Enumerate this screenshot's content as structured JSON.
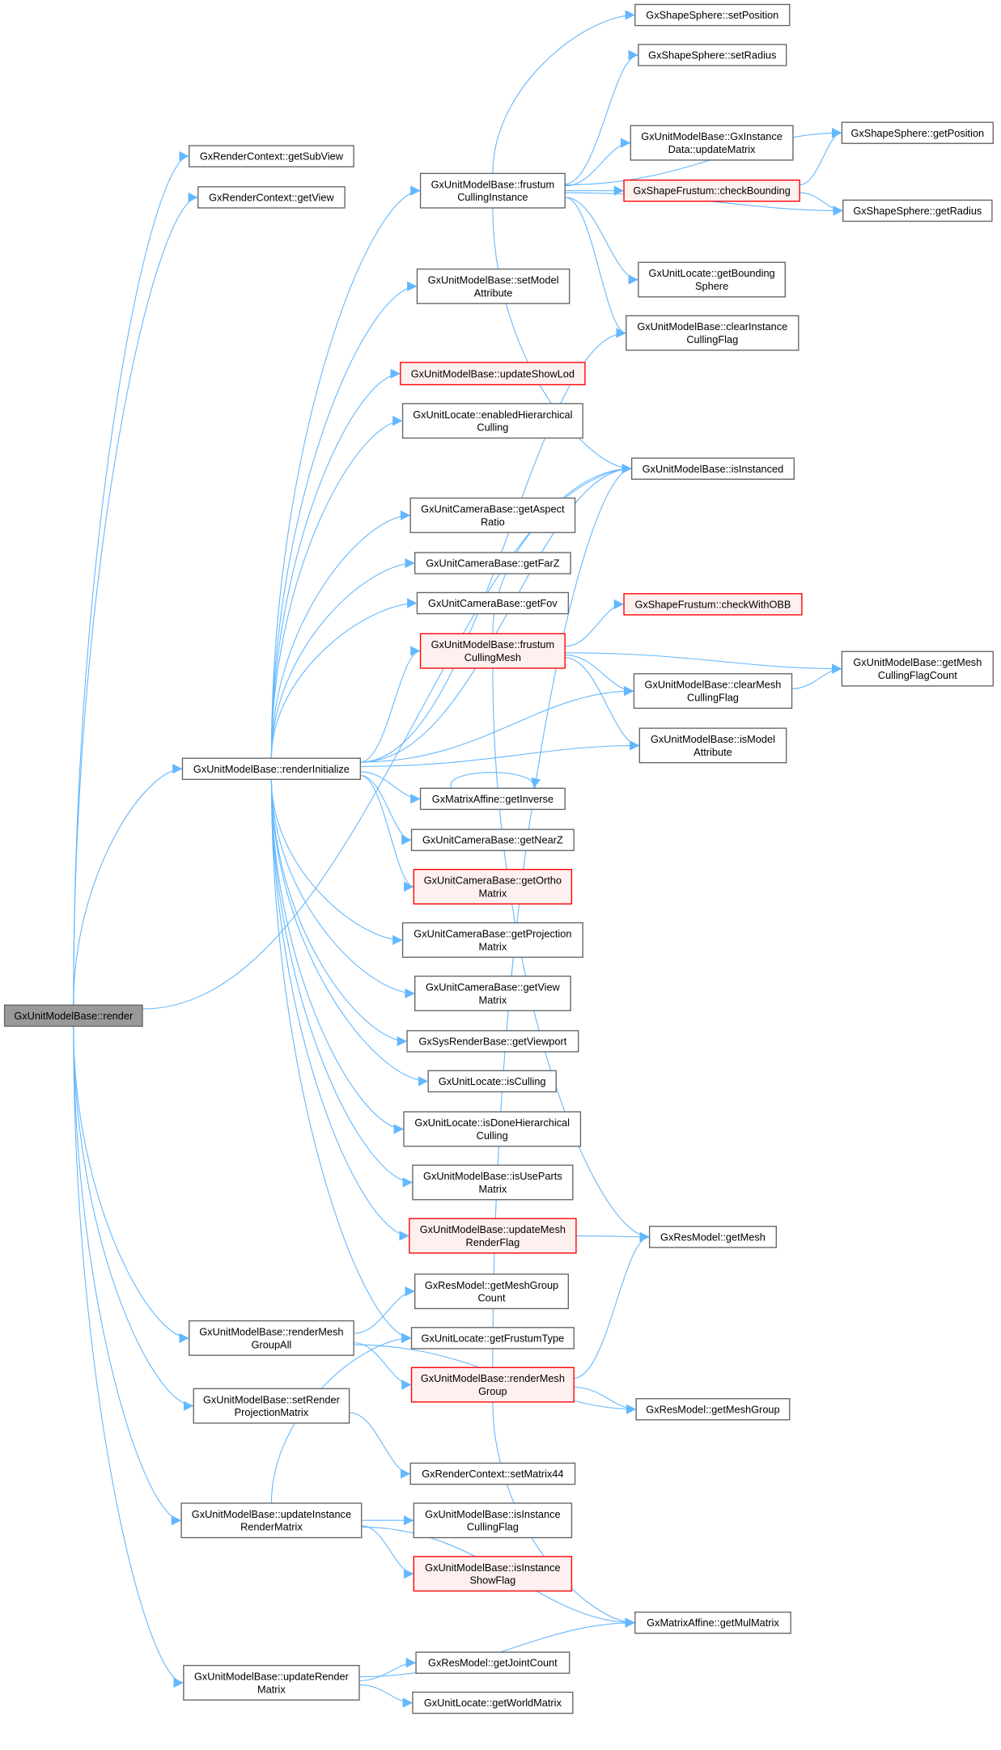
{
  "colors": {
    "edge": "#63b8ff",
    "node_border": "#666666",
    "red_border": "#ff0000",
    "red_fill": "#fff0f0",
    "root_fill": "#999999"
  },
  "nodes": [
    {
      "id": "render",
      "lines": [
        "GxUnitModelBase::render"
      ],
      "style": "root"
    },
    {
      "id": "getSubView",
      "lines": [
        "GxRenderContext::getSubView"
      ],
      "style": "normal"
    },
    {
      "id": "getView",
      "lines": [
        "GxRenderContext::getView"
      ],
      "style": "normal"
    },
    {
      "id": "frustumCullingInstance",
      "lines": [
        "GxUnitModelBase::frustum",
        "CullingInstance"
      ],
      "style": "normal"
    },
    {
      "id": "setModelAttribute",
      "lines": [
        "GxUnitModelBase::setModel",
        "Attribute"
      ],
      "style": "normal"
    },
    {
      "id": "updateShowLod",
      "lines": [
        "GxUnitModelBase::updateShowLod"
      ],
      "style": "red"
    },
    {
      "id": "enabledHierarchicalCulling",
      "lines": [
        "GxUnitLocate::enabledHierarchical",
        "Culling"
      ],
      "style": "normal"
    },
    {
      "id": "getAspectRatio",
      "lines": [
        "GxUnitCameraBase::getAspect",
        "Ratio"
      ],
      "style": "normal"
    },
    {
      "id": "getFarZ",
      "lines": [
        "GxUnitCameraBase::getFarZ"
      ],
      "style": "normal"
    },
    {
      "id": "getFov",
      "lines": [
        "GxUnitCameraBase::getFov"
      ],
      "style": "normal"
    },
    {
      "id": "frustumCullingMesh",
      "lines": [
        "GxUnitModelBase::frustum",
        "CullingMesh"
      ],
      "style": "red"
    },
    {
      "id": "renderInitialize",
      "lines": [
        "GxUnitModelBase::renderInitialize"
      ],
      "style": "normal"
    },
    {
      "id": "getInverse",
      "lines": [
        "GxMatrixAffine::getInverse"
      ],
      "style": "normal"
    },
    {
      "id": "getNearZ",
      "lines": [
        "GxUnitCameraBase::getNearZ"
      ],
      "style": "normal"
    },
    {
      "id": "getOrthoMatrix",
      "lines": [
        "GxUnitCameraBase::getOrtho",
        "Matrix"
      ],
      "style": "red"
    },
    {
      "id": "getProjectionMatrix",
      "lines": [
        "GxUnitCameraBase::getProjection",
        "Matrix"
      ],
      "style": "normal"
    },
    {
      "id": "getViewMatrix",
      "lines": [
        "GxUnitCameraBase::getView",
        "Matrix"
      ],
      "style": "normal"
    },
    {
      "id": "getViewport",
      "lines": [
        "GxSysRenderBase::getViewport"
      ],
      "style": "normal"
    },
    {
      "id": "isCulling",
      "lines": [
        "GxUnitLocate::isCulling"
      ],
      "style": "normal"
    },
    {
      "id": "isDoneHierarchicalCulling",
      "lines": [
        "GxUnitLocate::isDoneHierarchical",
        "Culling"
      ],
      "style": "normal"
    },
    {
      "id": "isUsePartsMatrix",
      "lines": [
        "GxUnitModelBase::isUseParts",
        "Matrix"
      ],
      "style": "normal"
    },
    {
      "id": "updateMeshRenderFlag",
      "lines": [
        "GxUnitModelBase::updateMesh",
        "RenderFlag"
      ],
      "style": "red"
    },
    {
      "id": "getMeshGroupCount",
      "lines": [
        "GxResModel::getMeshGroup",
        "Count"
      ],
      "style": "normal"
    },
    {
      "id": "renderMeshGroupAll",
      "lines": [
        "GxUnitModelBase::renderMesh",
        "GroupAll"
      ],
      "style": "normal"
    },
    {
      "id": "getFrustumType",
      "lines": [
        "GxUnitLocate::getFrustumType"
      ],
      "style": "normal"
    },
    {
      "id": "renderMeshGroup",
      "lines": [
        "GxUnitModelBase::renderMesh",
        "Group"
      ],
      "style": "red"
    },
    {
      "id": "setRenderProjectionMatrix",
      "lines": [
        "GxUnitModelBase::setRender",
        "ProjectionMatrix"
      ],
      "style": "normal"
    },
    {
      "id": "setMatrix44",
      "lines": [
        "GxRenderContext::setMatrix44"
      ],
      "style": "normal"
    },
    {
      "id": "updateInstanceRenderMatrix",
      "lines": [
        "GxUnitModelBase::updateInstance",
        "RenderMatrix"
      ],
      "style": "normal"
    },
    {
      "id": "isInstanceCullingFlag",
      "lines": [
        "GxUnitModelBase::isInstance",
        "CullingFlag"
      ],
      "style": "normal"
    },
    {
      "id": "isInstanceShowFlag",
      "lines": [
        "GxUnitModelBase::isInstance",
        "ShowFlag"
      ],
      "style": "red"
    },
    {
      "id": "updateRenderMatrix",
      "lines": [
        "GxUnitModelBase::updateRender",
        "Matrix"
      ],
      "style": "normal"
    },
    {
      "id": "getJointCount",
      "lines": [
        "GxResModel::getJointCount"
      ],
      "style": "normal"
    },
    {
      "id": "getWorldMatrix",
      "lines": [
        "GxUnitLocate::getWorldMatrix"
      ],
      "style": "normal"
    },
    {
      "id": "setPosition",
      "lines": [
        "GxShapeSphere::setPosition"
      ],
      "style": "normal"
    },
    {
      "id": "setRadius",
      "lines": [
        "GxShapeSphere::setRadius"
      ],
      "style": "normal"
    },
    {
      "id": "updateMatrix",
      "lines": [
        "GxUnitModelBase::GxInstance",
        "Data::updateMatrix"
      ],
      "style": "normal"
    },
    {
      "id": "checkBounding",
      "lines": [
        "GxShapeFrustum::checkBounding"
      ],
      "style": "red"
    },
    {
      "id": "getBoundingSphere",
      "lines": [
        "GxUnitLocate::getBounding",
        "Sphere"
      ],
      "style": "normal"
    },
    {
      "id": "clearInstanceCullingFlag",
      "lines": [
        "GxUnitModelBase::clearInstance",
        "CullingFlag"
      ],
      "style": "normal"
    },
    {
      "id": "isInstanced",
      "lines": [
        "GxUnitModelBase::isInstanced"
      ],
      "style": "normal"
    },
    {
      "id": "checkWithOBB",
      "lines": [
        "GxShapeFrustum::checkWithOBB"
      ],
      "style": "red"
    },
    {
      "id": "clearMeshCullingFlag",
      "lines": [
        "GxUnitModelBase::clearMesh",
        "CullingFlag"
      ],
      "style": "normal"
    },
    {
      "id": "isModelAttribute",
      "lines": [
        "GxUnitModelBase::isModel",
        "Attribute"
      ],
      "style": "normal"
    },
    {
      "id": "getMesh",
      "lines": [
        "GxResModel::getMesh"
      ],
      "style": "normal"
    },
    {
      "id": "getMeshGroup",
      "lines": [
        "GxResModel::getMeshGroup"
      ],
      "style": "normal"
    },
    {
      "id": "getMulMatrix",
      "lines": [
        "GxMatrixAffine::getMulMatrix"
      ],
      "style": "normal"
    },
    {
      "id": "getPosition",
      "lines": [
        "GxShapeSphere::getPosition"
      ],
      "style": "normal"
    },
    {
      "id": "getRadius",
      "lines": [
        "GxShapeSphere::getRadius"
      ],
      "style": "normal"
    },
    {
      "id": "getMeshCullingFlagCount",
      "lines": [
        "GxUnitModelBase::getMesh",
        "CullingFlagCount"
      ],
      "style": "normal"
    }
  ],
  "edges": [
    [
      "render",
      "getSubView"
    ],
    [
      "render",
      "getView"
    ],
    [
      "render",
      "isInstanced"
    ],
    [
      "render",
      "renderInitialize"
    ],
    [
      "render",
      "renderMeshGroupAll"
    ],
    [
      "render",
      "setRenderProjectionMatrix"
    ],
    [
      "render",
      "updateInstanceRenderMatrix"
    ],
    [
      "render",
      "updateRenderMatrix"
    ],
    [
      "renderInitialize",
      "frustumCullingInstance"
    ],
    [
      "renderInitialize",
      "setModelAttribute"
    ],
    [
      "renderInitialize",
      "updateShowLod"
    ],
    [
      "renderInitialize",
      "enabledHierarchicalCulling"
    ],
    [
      "renderInitialize",
      "clearInstanceCullingFlag"
    ],
    [
      "renderInitialize",
      "isInstanced"
    ],
    [
      "renderInitialize",
      "getAspectRatio"
    ],
    [
      "renderInitialize",
      "getFarZ"
    ],
    [
      "renderInitialize",
      "getFov"
    ],
    [
      "renderInitialize",
      "frustumCullingMesh"
    ],
    [
      "renderInitialize",
      "clearMeshCullingFlag"
    ],
    [
      "renderInitialize",
      "isModelAttribute"
    ],
    [
      "renderInitialize",
      "getInverse"
    ],
    [
      "renderInitialize",
      "getNearZ"
    ],
    [
      "renderInitialize",
      "getOrthoMatrix"
    ],
    [
      "renderInitialize",
      "getProjectionMatrix"
    ],
    [
      "renderInitialize",
      "getViewMatrix"
    ],
    [
      "renderInitialize",
      "getViewport"
    ],
    [
      "renderInitialize",
      "isCulling"
    ],
    [
      "renderInitialize",
      "isDoneHierarchicalCulling"
    ],
    [
      "renderInitialize",
      "isUsePartsMatrix"
    ],
    [
      "renderInitialize",
      "updateMeshRenderFlag"
    ],
    [
      "renderInitialize",
      "getFrustumType"
    ],
    [
      "frustumCullingInstance",
      "setPosition"
    ],
    [
      "frustumCullingInstance",
      "setRadius"
    ],
    [
      "frustumCullingInstance",
      "getPosition"
    ],
    [
      "frustumCullingInstance",
      "updateMatrix"
    ],
    [
      "frustumCullingInstance",
      "checkBounding"
    ],
    [
      "frustumCullingInstance",
      "getRadius"
    ],
    [
      "frustumCullingInstance",
      "getBoundingSphere"
    ],
    [
      "frustumCullingInstance",
      "clearInstanceCullingFlag"
    ],
    [
      "frustumCullingInstance",
      "isInstanced"
    ],
    [
      "checkBounding",
      "getPosition"
    ],
    [
      "checkBounding",
      "getRadius"
    ],
    [
      "frustumCullingMesh",
      "isInstanced"
    ],
    [
      "frustumCullingMesh",
      "checkWithOBB"
    ],
    [
      "frustumCullingMesh",
      "getMeshCullingFlagCount"
    ],
    [
      "frustumCullingMesh",
      "clearMeshCullingFlag"
    ],
    [
      "frustumCullingMesh",
      "isModelAttribute"
    ],
    [
      "frustumCullingMesh",
      "getMesh"
    ],
    [
      "clearMeshCullingFlag",
      "getMeshCullingFlagCount"
    ],
    [
      "getInverse",
      "getInverse"
    ],
    [
      "updateMeshRenderFlag",
      "getMesh"
    ],
    [
      "renderMeshGroupAll",
      "getMeshGroupCount"
    ],
    [
      "renderMeshGroupAll",
      "renderMeshGroup"
    ],
    [
      "renderMeshGroupAll",
      "getMeshGroup"
    ],
    [
      "renderMeshGroup",
      "isInstanced"
    ],
    [
      "renderMeshGroup",
      "getMesh"
    ],
    [
      "renderMeshGroup",
      "getMeshGroup"
    ],
    [
      "renderMeshGroup",
      "getMulMatrix"
    ],
    [
      "setRenderProjectionMatrix",
      "setMatrix44"
    ],
    [
      "updateInstanceRenderMatrix",
      "getFrustumType"
    ],
    [
      "updateInstanceRenderMatrix",
      "isInstanceCullingFlag"
    ],
    [
      "updateInstanceRenderMatrix",
      "isInstanceShowFlag"
    ],
    [
      "updateInstanceRenderMatrix",
      "getMulMatrix"
    ],
    [
      "updateRenderMatrix",
      "getJointCount"
    ],
    [
      "updateRenderMatrix",
      "getWorldMatrix"
    ],
    [
      "updateRenderMatrix",
      "getMulMatrix"
    ]
  ]
}
